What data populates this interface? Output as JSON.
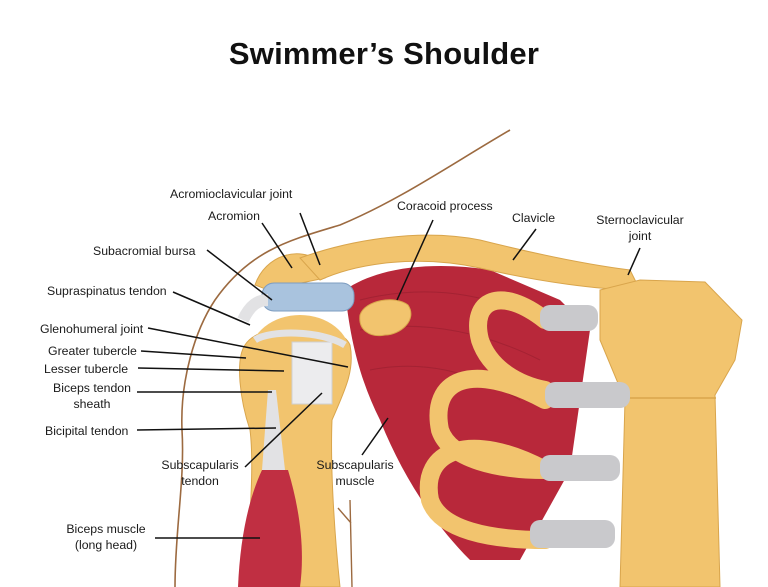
{
  "title": "Swimmer’s Shoulder",
  "labels": {
    "acromioclavicular_joint": "Acromioclavicular joint",
    "acromion": "Acromion",
    "subacromial_bursa": "Subacromial bursa",
    "supraspinatus_tendon": "Supraspinatus tendon",
    "glenohumeral_joint": "Glenohumeral joint",
    "greater_tubercle": "Greater tubercle",
    "lesser_tubercle": "Lesser tubercle",
    "biceps_tendon_sheath_1": "Biceps tendon",
    "biceps_tendon_sheath_2": "sheath",
    "bicipital_tendon": "Bicipital tendon",
    "subscapularis_tendon_1": "Subscapularis",
    "subscapularis_tendon_2": "tendon",
    "subscapularis_muscle_1": "Subscapularis",
    "subscapularis_muscle_2": "muscle",
    "biceps_muscle_1": "Biceps muscle",
    "biceps_muscle_2": "(long head)",
    "coracoid_process": "Coracoid process",
    "clavicle": "Clavicle",
    "sternoclavicular_joint_1": "Sternoclavicular",
    "sternoclavicular_joint_2": "joint"
  },
  "colors": {
    "bone": "#f2c46e",
    "bone_dark": "#d9a54c",
    "muscle": "#b8283a",
    "cartilage": "#c9c9cc",
    "bursa": "#a9c3de",
    "tendon": "#e8e8ea",
    "skin_outline": "#9c6a40",
    "leader_line": "#111111"
  }
}
